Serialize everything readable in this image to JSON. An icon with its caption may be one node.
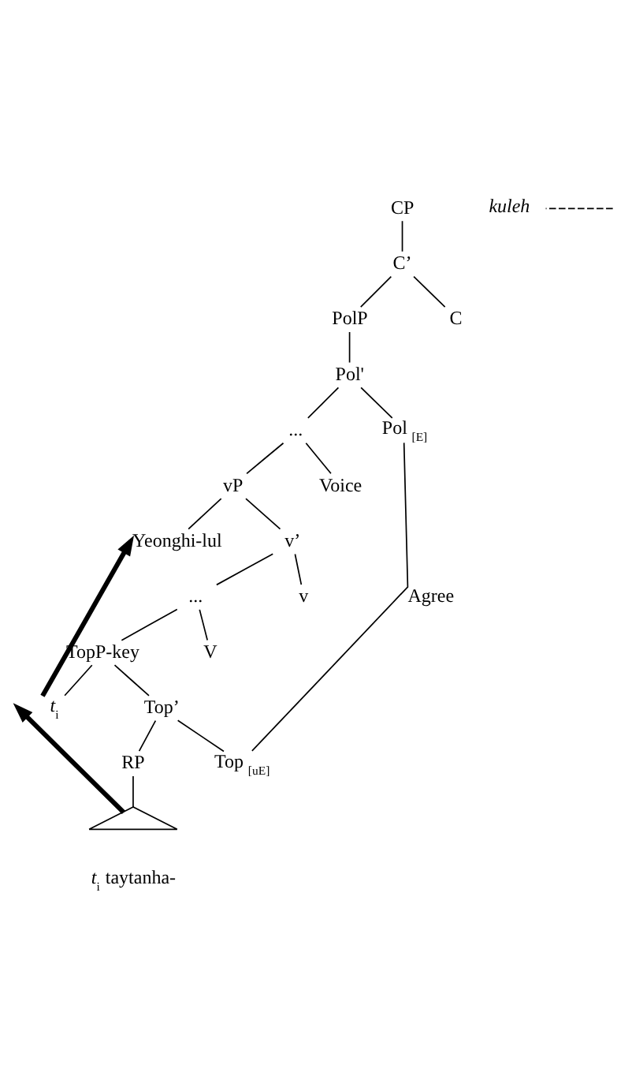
{
  "diagram": {
    "nodes": [
      {
        "text": [
          "CP"
        ]
      },
      {
        "text": [
          "C’"
        ]
      },
      {
        "text": [
          "PolP"
        ]
      },
      {
        "text": [
          "C"
        ]
      },
      {
        "text": [
          "Pol'"
        ]
      },
      {
        "text": [
          "..."
        ]
      },
      {
        "text": [
          "Pol $_{[E]}$"
        ]
      },
      {
        "text": [
          "vP"
        ]
      },
      {
        "text": [
          "Voice"
        ]
      },
      {
        "text": [
          "Yeonghi-lul"
        ]
      },
      {
        "text": [
          "v’"
        ]
      },
      {
        "text": [
          "..."
        ]
      },
      {
        "text": [
          "v"
        ]
      },
      {
        "text": [
          "TopP-key"
        ]
      },
      {
        "text": [
          "V"
        ]
      },
      {
        "text": [
          "*t*$_{i}$"
        ]
      },
      {
        "text": [
          "Top’"
        ]
      },
      {
        "text": [
          "RP"
        ]
      },
      {
        "text": [
          "Top $_{[uE]}$"
        ]
      },
      {
        "text": [],
        "shape": "triangle",
        "beside": [
          "*t*$_{i}$ taytanha-"
        ]
      },
      {
        "text": [
          "*kuleh*"
        ]
      }
    ],
    "edges": [
      {
        "from": 0,
        "to": 1,
        "arrow": "none"
      },
      {
        "from": 1,
        "to": 2,
        "arrow": "none"
      },
      {
        "from": 1,
        "to": 3,
        "arrow": "none"
      },
      {
        "from": 2,
        "to": 4,
        "arrow": "none"
      },
      {
        "from": 4,
        "to": 5,
        "arrow": "none"
      },
      {
        "from": 4,
        "to": 6,
        "arrow": "none"
      },
      {
        "from": 5,
        "to": 7,
        "arrow": "none"
      },
      {
        "from": 5,
        "to": 8,
        "arrow": "none"
      },
      {
        "from": 7,
        "to": 9,
        "arrow": "none"
      },
      {
        "from": 7,
        "to": 10,
        "arrow": "none"
      },
      {
        "from": 10,
        "to": 11,
        "arrow": "none"
      },
      {
        "from": 10,
        "to": 12,
        "arrow": "none"
      },
      {
        "from": 11,
        "to": 13,
        "arrow": "none"
      },
      {
        "from": 11,
        "to": 14,
        "arrow": "none"
      },
      {
        "from": 13,
        "to": 15,
        "arrow": "none"
      },
      {
        "from": 13,
        "to": 16,
        "arrow": "none"
      },
      {
        "from": 16,
        "to": 17,
        "arrow": "none"
      },
      {
        "from": 16,
        "to": 18,
        "arrow": "none"
      },
      {
        "from": 17,
        "to": 19,
        "arrow": "none"
      },
      {
        "from": 15,
        "to": 9,
        "arrow": "to",
        "style": "thick"
      },
      {
        "from": 19,
        "to": 15,
        "arrow": "to",
        "style": "thick"
      },
      {
        "from": 18,
        "to": 6,
        "arrow": "none",
        "label": "Agree"
      },
      {
        "from": null,
        "to": 20,
        "arrow": "none",
        "style": "dashed"
      }
    ]
  }
}
